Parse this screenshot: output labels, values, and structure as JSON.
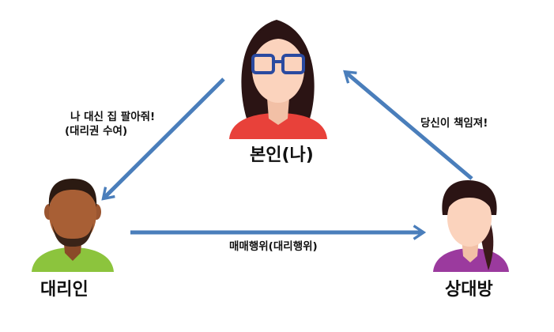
{
  "nodes": {
    "principal": {
      "label": "본인(나)"
    },
    "agent": {
      "label": "대리인"
    },
    "counterparty": {
      "label": "상대방"
    }
  },
  "edges": {
    "principal_to_agent": {
      "line1": "나 대신 집 팔아줘!",
      "line2": "(대리권 수여)"
    },
    "counterparty_to_principal": {
      "label": "당신이 책임져!"
    },
    "agent_to_counterparty": {
      "label": "매매행위(대리행위)"
    }
  },
  "colors": {
    "arrow": "#4a7ebb",
    "principal_shirt": "#e8413a",
    "agent_shirt": "#8cc43d",
    "counterparty_shirt": "#9b3a9e",
    "skin_light": "#fbd3bd",
    "skin_dark": "#a85f35",
    "hair_dark": "#2b1414"
  }
}
